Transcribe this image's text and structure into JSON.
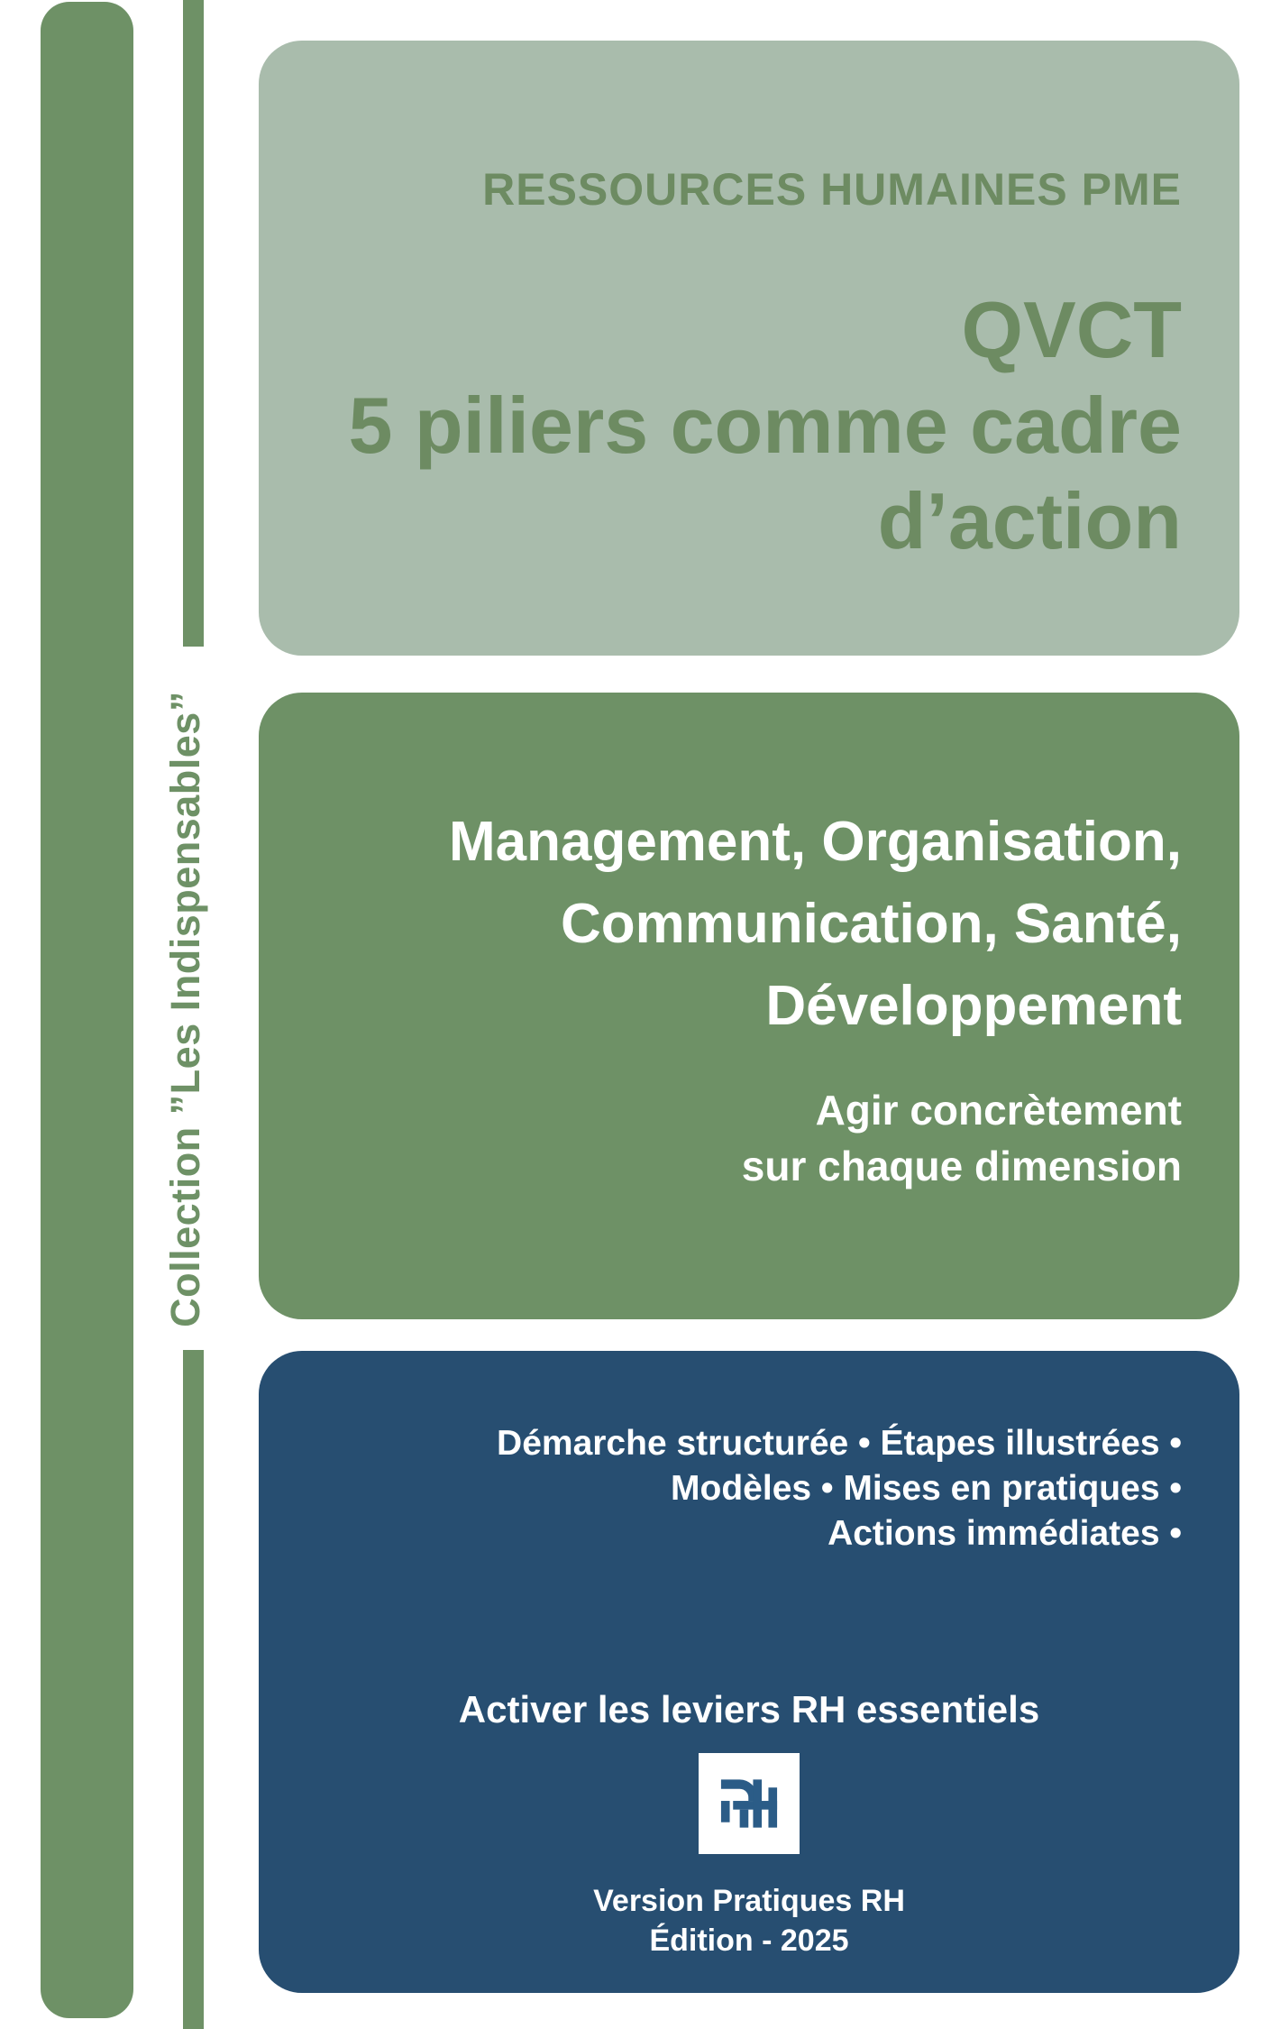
{
  "cover": {
    "collection_label": "Collection ”Les Indispensables”",
    "top_panel": {
      "eyebrow": "RESSOURCES HUMAINES PME",
      "title_lines": [
        "QVCT",
        "5 piliers comme cadre",
        "d’action"
      ]
    },
    "middle_panel": {
      "heading_lines": [
        "Management, Organisation,",
        "Communication, Santé,",
        "Développement"
      ],
      "subtitle_lines": [
        "Agir concrètement",
        "sur chaque dimension"
      ]
    },
    "bottom_panel": {
      "feature_lines": [
        "Démarche structurée • Étapes illustrées •",
        "Modèles • Mises en pratiques •",
        "Actions immédiates •"
      ],
      "tagline": "Activer les leviers RH essentiels",
      "logo_monogram": "RH",
      "version": "Version Pratiques RH",
      "edition": "Édition - 2025"
    },
    "colors": {
      "sage_panel": "#a9bcac",
      "green": "#6e9166",
      "dark_green_text": "#6d8b62",
      "navy_panel": "#274e71",
      "logo_blue": "#2b5c87",
      "white": "#ffffff"
    }
  }
}
